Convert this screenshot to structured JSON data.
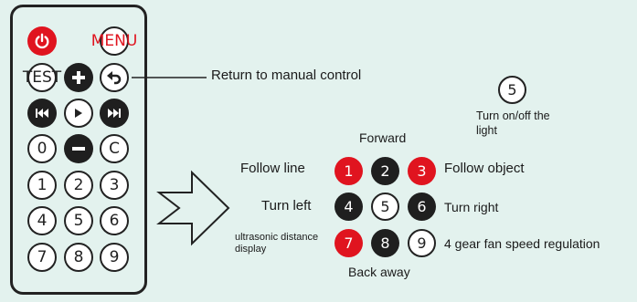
{
  "remote": {
    "menu_label": "MENU",
    "test_label": "TEST",
    "digits": {
      "d0": "0",
      "c": "C",
      "d1": "1",
      "d2": "2",
      "d3": "3",
      "d4": "4",
      "d5": "5",
      "d6": "6",
      "d7": "7",
      "d8": "8",
      "d9": "9"
    }
  },
  "callout": {
    "return_label": "Return to manual control"
  },
  "light": {
    "key": "5",
    "caption": "Turn on/off the light"
  },
  "keypad": {
    "forward": "Forward",
    "back": "Back away",
    "follow_line": "Follow line",
    "follow_object": "Follow object",
    "turn_left": "Turn left",
    "turn_right": "Turn right",
    "ultrasonic": "ultrasonic distance display",
    "fan": "4 gear fan speed regulation",
    "keys": {
      "k1": "1",
      "k2": "2",
      "k3": "3",
      "k4": "4",
      "k5": "5",
      "k6": "6",
      "k7": "7",
      "k8": "8",
      "k9": "9"
    }
  },
  "colors": {
    "red": "#e0141f",
    "dark": "#1f1f1f",
    "background": "#e3f2ee"
  }
}
